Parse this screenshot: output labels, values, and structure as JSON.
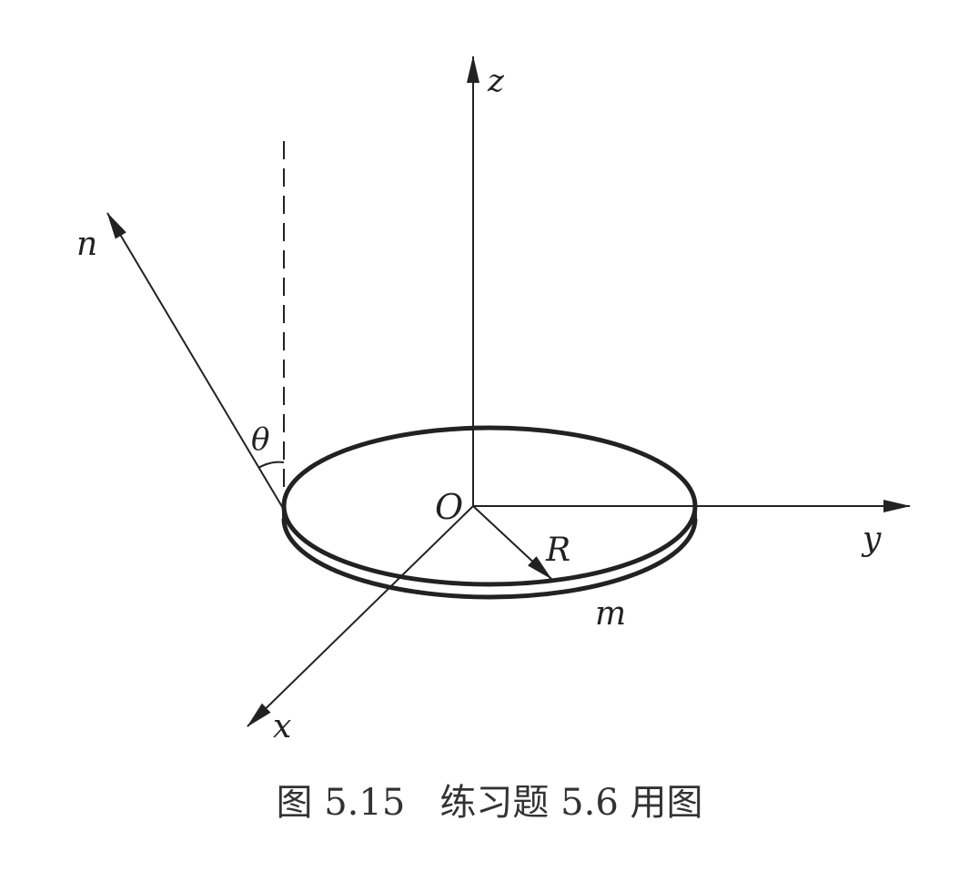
{
  "figure": {
    "caption": "图 5.15   练习题 5.6 用图",
    "labels": {
      "z_axis": "z",
      "y_axis": "y",
      "x_axis": "x",
      "normal": "n",
      "angle": "θ",
      "origin": "O",
      "radius": "R",
      "mass": "m"
    },
    "colors": {
      "ink": "#222222",
      "background": "#ffffff"
    }
  }
}
